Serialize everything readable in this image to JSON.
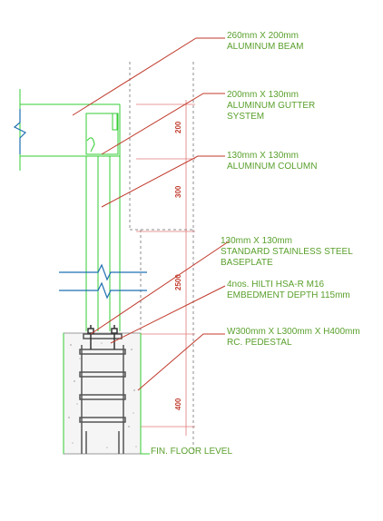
{
  "annotations": [
    {
      "id": "beam",
      "lines": [
        "260mm X 200mm",
        "ALUMINUM BEAM"
      ]
    },
    {
      "id": "gutter",
      "lines": [
        "200mm X 130mm",
        "ALUMINUM GUTTER",
        "SYSTEM"
      ]
    },
    {
      "id": "column",
      "lines": [
        "130mm X 130mm",
        "ALUMINUM COLUMN"
      ]
    },
    {
      "id": "baseplate",
      "lines": [
        "130mm X 130mm",
        "STANDARD STAINLESS STEEL",
        "BASEPLATE"
      ]
    },
    {
      "id": "anchors",
      "lines": [
        "4nos. HILTI HSA-R M16",
        "EMBEDMENT DEPTH 115mm"
      ]
    },
    {
      "id": "pedestal",
      "lines": [
        "W300mm X L300mm X H400mm",
        "RC. PEDESTAL"
      ]
    }
  ],
  "dimensions": [
    "200",
    "300",
    "2500",
    "400"
  ],
  "floor_label": "FIN. FLOOR LEVEL",
  "colors": {
    "line_green": "#33cc33",
    "text_green": "#5aa02c",
    "leader_red": "#c0392b",
    "break_blue": "#1f6fb2",
    "dash_grey": "#8c8c8c"
  }
}
